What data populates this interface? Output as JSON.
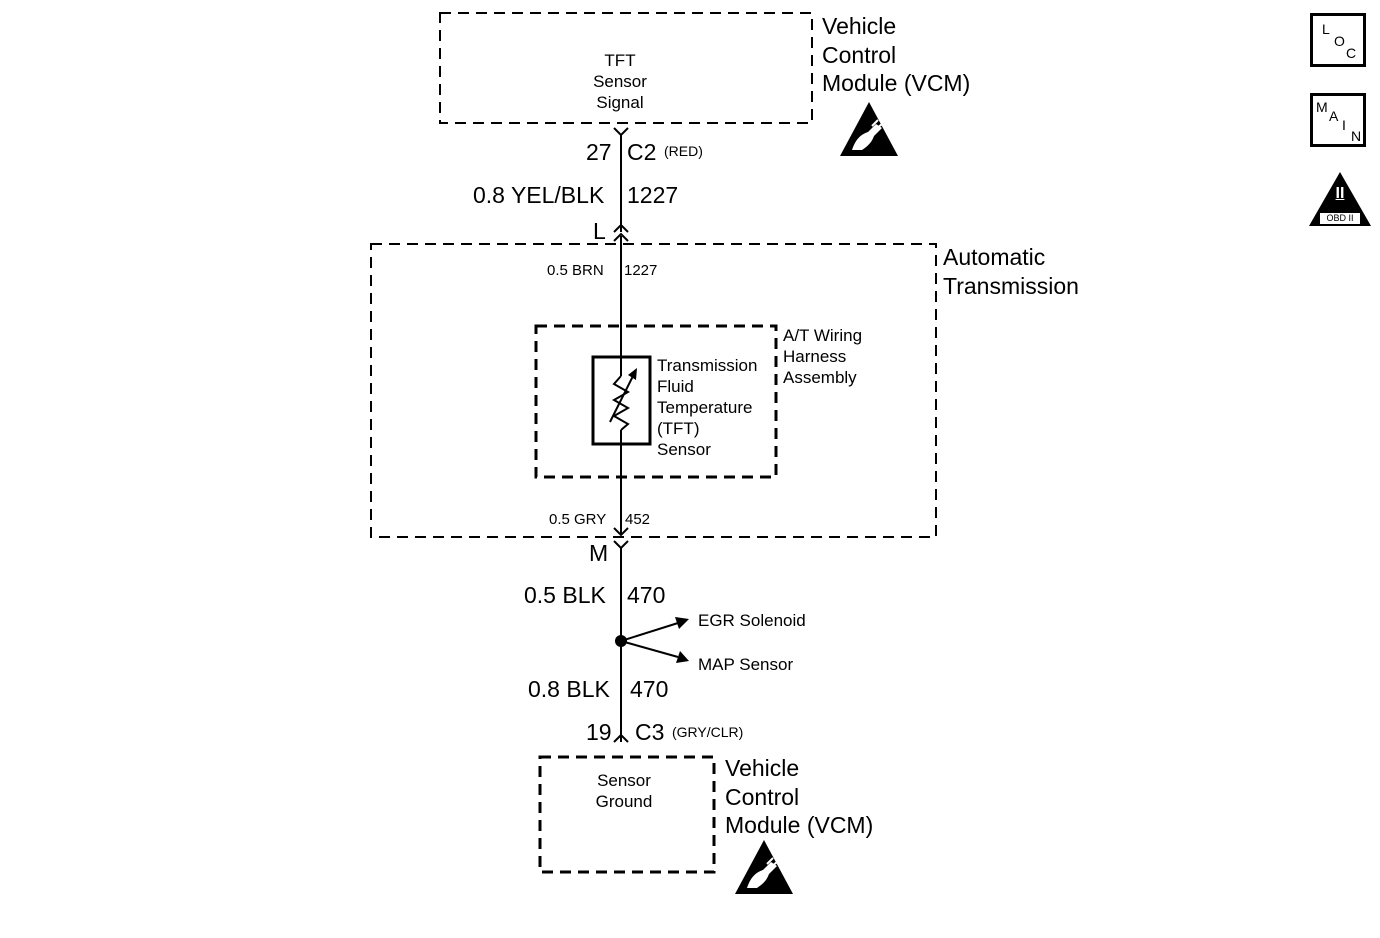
{
  "vcm_top": {
    "title": "Vehicle\nControl\nModule (VCM)",
    "signal": "TFT\nSensor\nSignal",
    "pin": "27",
    "connector": "C2",
    "connector_color": "(RED)"
  },
  "wire_top": {
    "label": "0.8 YEL/BLK",
    "circuit": "1227"
  },
  "connector_l": {
    "label": "L"
  },
  "transmission": {
    "title": "Automatic\nTransmission",
    "wire_in": {
      "label": "0.5 BRN",
      "circuit": "1227"
    },
    "wire_out": {
      "label": "0.5 GRY",
      "circuit": "452"
    },
    "harness_label": "A/T Wiring\nHarness\nAssembly",
    "sensor_label": "Transmission\nFluid\nTemperature\n(TFT)\nSensor"
  },
  "connector_m": {
    "label": "M"
  },
  "wire_mid": {
    "label": "0.5 BLK",
    "circuit": "470"
  },
  "splice": {
    "egr": "EGR Solenoid",
    "map": "MAP Sensor"
  },
  "wire_bottom": {
    "label": "0.8 BLK",
    "circuit": "470"
  },
  "vcm_bottom": {
    "title": "Vehicle\nControl\nModule (VCM)",
    "signal": "Sensor\nGround",
    "pin": "19",
    "connector": "C3",
    "connector_color": "(GRY/CLR)"
  },
  "nav": {
    "loc": [
      "L",
      "O",
      "C"
    ],
    "main": [
      "M",
      "A",
      "I",
      "N"
    ],
    "obd_numeral": "II",
    "obd_label": "OBD II"
  },
  "icons": [
    "esd-warning-icon",
    "loc-button-icon",
    "main-button-icon",
    "obd-ii-icon"
  ]
}
